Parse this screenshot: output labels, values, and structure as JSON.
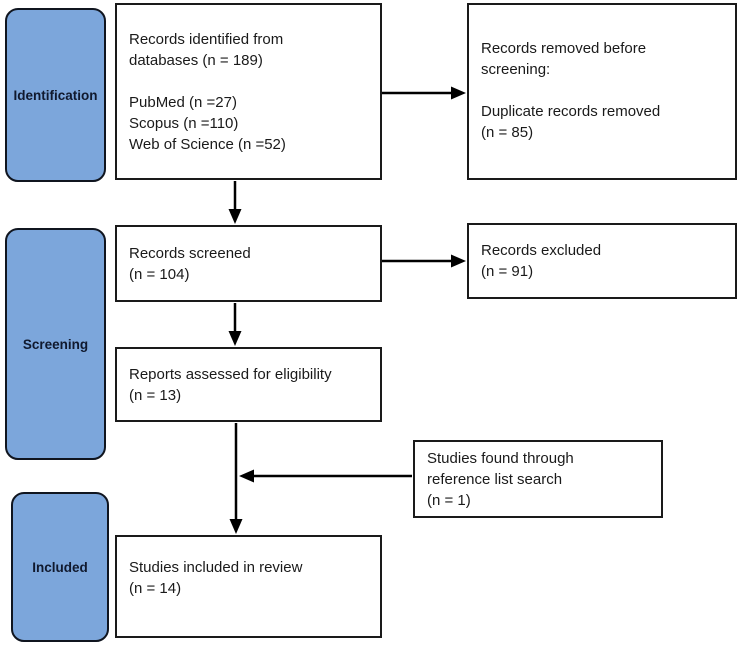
{
  "colors": {
    "stage_fill": "#7CA6DB",
    "stage_border": "#10151F",
    "stage_text": "#10192E",
    "box_border": "#1A1A1A",
    "box_text": "#1A1A1A",
    "arrow": "#000000",
    "background": "#FFFFFF"
  },
  "stages": {
    "identification": "Identification",
    "screening": "Screening",
    "included": "Included"
  },
  "boxes": {
    "identified": {
      "lines": [
        "Records identified from",
        "databases (n = 189)",
        "",
        "PubMed (n =27)",
        "Scopus (n =110)",
        "Web of Science (n =52)"
      ]
    },
    "removed": {
      "lines": [
        "Records removed before",
        "screening:",
        "",
        "Duplicate records removed",
        "(n = 85)"
      ]
    },
    "screened": {
      "lines": [
        "Records screened",
        "(n = 104)"
      ]
    },
    "excluded": {
      "lines": [
        "Records excluded",
        "(n = 91)"
      ]
    },
    "assessed": {
      "lines": [
        "Reports assessed for eligibility",
        "(n = 13)"
      ]
    },
    "reference": {
      "lines": [
        "Studies found through",
        "reference list search",
        "(n = 1)"
      ]
    },
    "included_review": {
      "lines": [
        "Studies included in review",
        "(n = 14)"
      ]
    }
  }
}
